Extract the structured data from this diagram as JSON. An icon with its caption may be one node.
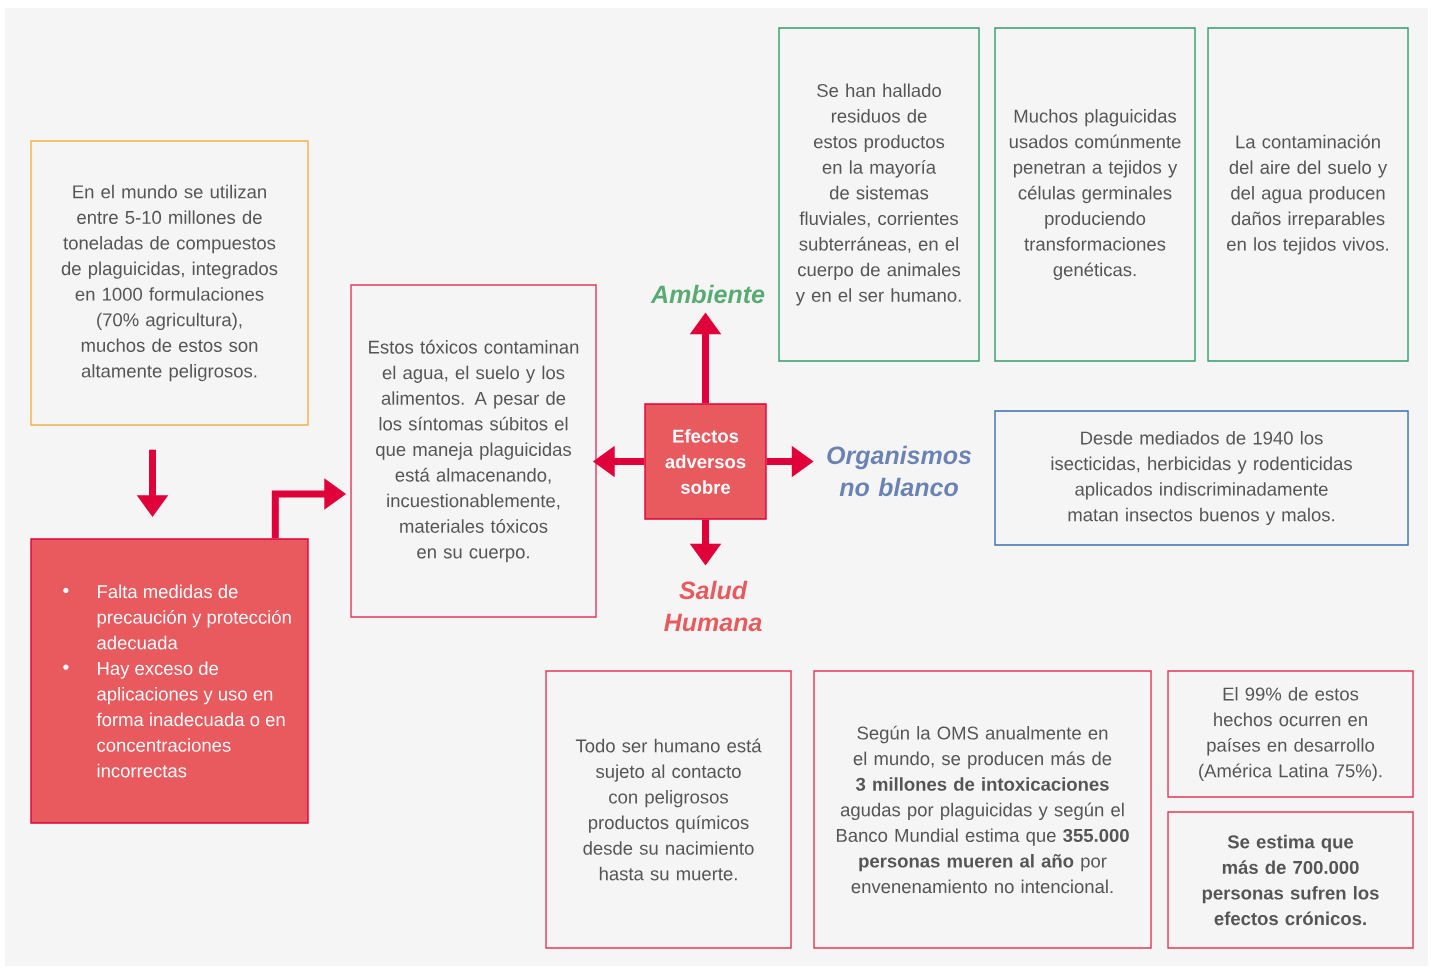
{
  "diagram": {
    "nodes": [
      {
        "text": [
          "En el mundo se utilizan entre 5-10 millones de toneladas de compuestos de plaguicidas, integrados en 1000 formulaciones (70% agricultura), muchos de estos son altamente peligrosos."
        ]
      },
      {
        "text": [
          "Falta medidas de precaución y protección adecuada",
          "Hay exceso de aplicaciones y uso en forma inadecuada o en concentraciones incorrectas"
        ]
      },
      {
        "text": [
          "Estos tóxicos contaminan el agua, el suelo y los alimentos. A pesar de los síntomas súbitos el que maneja plaguicidas está almacenando, incuestionablemente, materiales tóxicos en su cuerpo."
        ]
      },
      {
        "text": [
          "Efectos adversos sobre"
        ]
      },
      {
        "text": [
          "Ambiente"
        ]
      },
      {
        "text": [
          "Organismos no blanco"
        ]
      },
      {
        "text": [
          "Salud Humana"
        ]
      },
      {
        "text": [
          "Se han hallado residuos de estos productos en la mayoría de sistemas fluviales, corrientes subterráneas, en el cuerpo de animales y en el ser humano."
        ]
      },
      {
        "text": [
          "Muchos plaguicidas usados comúnmente penetran a tejidos y células germinales produciendo transformaciones genéticas."
        ]
      },
      {
        "text": [
          "La contaminación del aire del suelo y del agua producen daños irreparables en los tejidos vivos."
        ]
      },
      {
        "text": [
          "Desde mediados de 1940 los isecticidas, herbicidas y rodenticidas aplicados indiscriminadamente matan insectos buenos y malos."
        ]
      },
      {
        "text": [
          "Todo ser humano está sujeto al contacto con peligrosos productos químicos desde su nacimiento hasta su muerte."
        ]
      },
      {
        "text": [
          "Según la OMS anualmente en el mundo, se producen  más de **3 millones de intoxicaciones** agudas  por plaguicidas y según el Banco Mundial estima que **355.000 personas mueren al año** por envenenamiento no intencional."
        ]
      },
      {
        "text": [
          "El 99% de estos hechos ocurren en países en desarrollo (América Latina 75%)."
        ]
      },
      {
        "text": [
          "Se estima que más de 700.000 personas sufren los efectos crónicos."
        ]
      }
    ],
    "edges": [
      {
        "from": 0,
        "to": 1,
        "arrow": "to"
      },
      {
        "from": 1,
        "to": 2,
        "arrow": "to"
      },
      {
        "from": 3,
        "to": 2,
        "arrow": "to"
      },
      {
        "from": 3,
        "to": 4,
        "arrow": "to"
      },
      {
        "from": 3,
        "to": 5,
        "arrow": "to"
      },
      {
        "from": 3,
        "to": 6,
        "arrow": "to"
      }
    ]
  }
}
